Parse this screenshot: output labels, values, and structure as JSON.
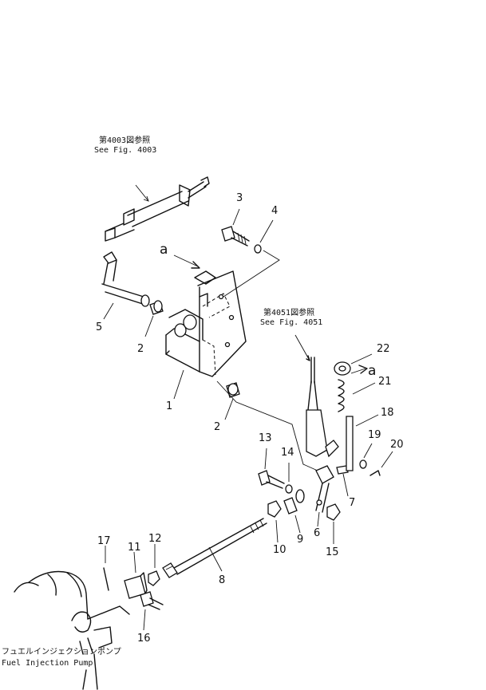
{
  "references": {
    "ref_4003_jp": "第4003図参照",
    "ref_4003_en": "See Fig. 4003",
    "ref_4051_jp": "第4051図参照",
    "ref_4051_en": "See Fig. 4051",
    "pump_jp": "フュエルインジェクションポンプ",
    "pump_en": "Fuel Injection Pump"
  },
  "view_marker": {
    "a_left": "a",
    "a_right": "a"
  },
  "part_numbers": {
    "p1": "1",
    "p2a": "2",
    "p2b": "2",
    "p3": "3",
    "p4": "4",
    "p5": "5",
    "p6": "6",
    "p7": "7",
    "p8": "8",
    "p9": "9",
    "p10": "10",
    "p11": "11",
    "p12": "12",
    "p13": "13",
    "p14": "14",
    "p15": "15",
    "p16": "16",
    "p17": "17",
    "p18": "18",
    "p19": "19",
    "p20": "20",
    "p21": "21",
    "p22": "22"
  }
}
